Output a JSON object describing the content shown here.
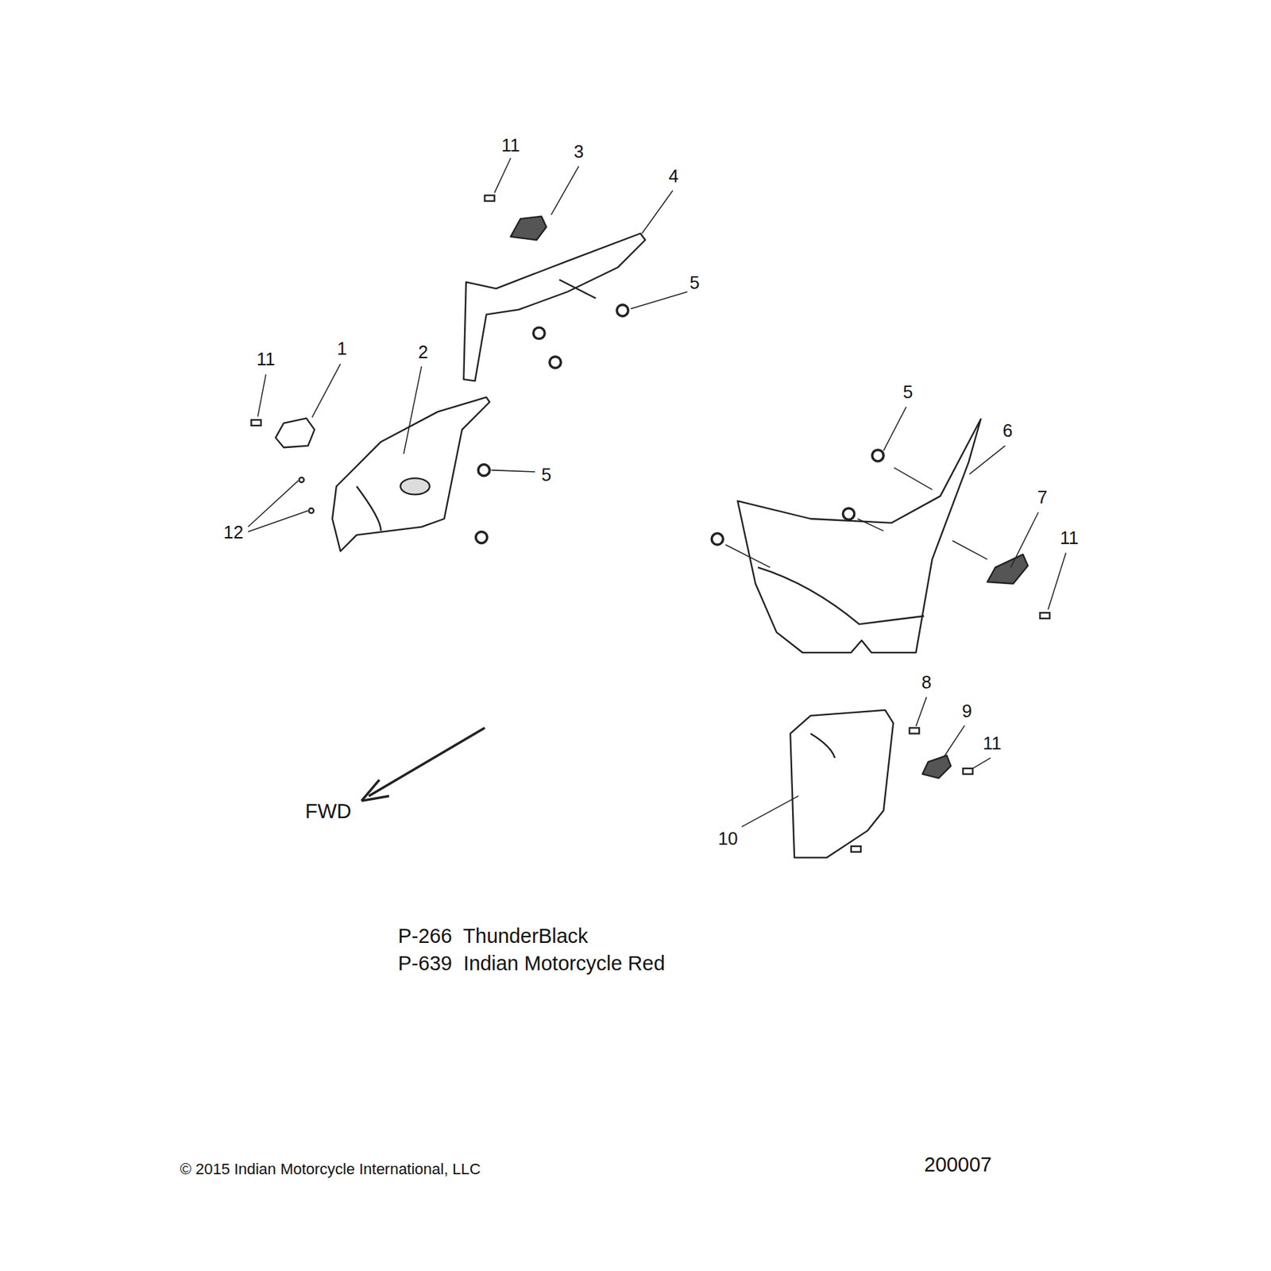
{
  "diagram": {
    "labels": [
      "11",
      "3",
      "4",
      "5",
      "11",
      "1",
      "2",
      "5",
      "6",
      "5",
      "7",
      "11",
      "12",
      "8",
      "9",
      "11",
      "10",
      "FWD",
      "P-266  ThunderBlack",
      "P-639  Indian Motorcycle Red",
      "© 2015 Indian Motorcycle International, LLC",
      "200007"
    ]
  }
}
